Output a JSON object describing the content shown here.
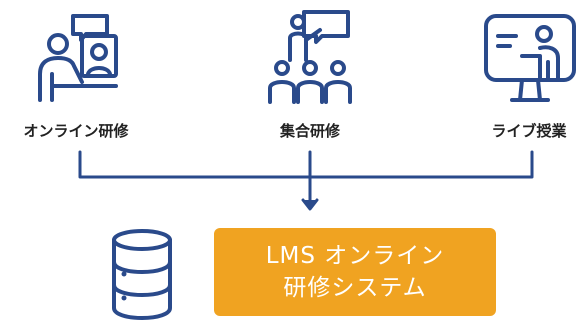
{
  "colors": {
    "stroke": "#2a4a8b",
    "accent": "#f0a321",
    "text": "#222222"
  },
  "training_types": [
    {
      "label": "オンライン研修",
      "icon": "online-training-icon"
    },
    {
      "label": "集合研修",
      "icon": "group-training-icon"
    },
    {
      "label": "ライブ授業",
      "icon": "live-class-icon"
    }
  ],
  "system": {
    "icon": "database-icon",
    "title_line1": "LMS オンライン",
    "title_line2": "研修システム"
  }
}
